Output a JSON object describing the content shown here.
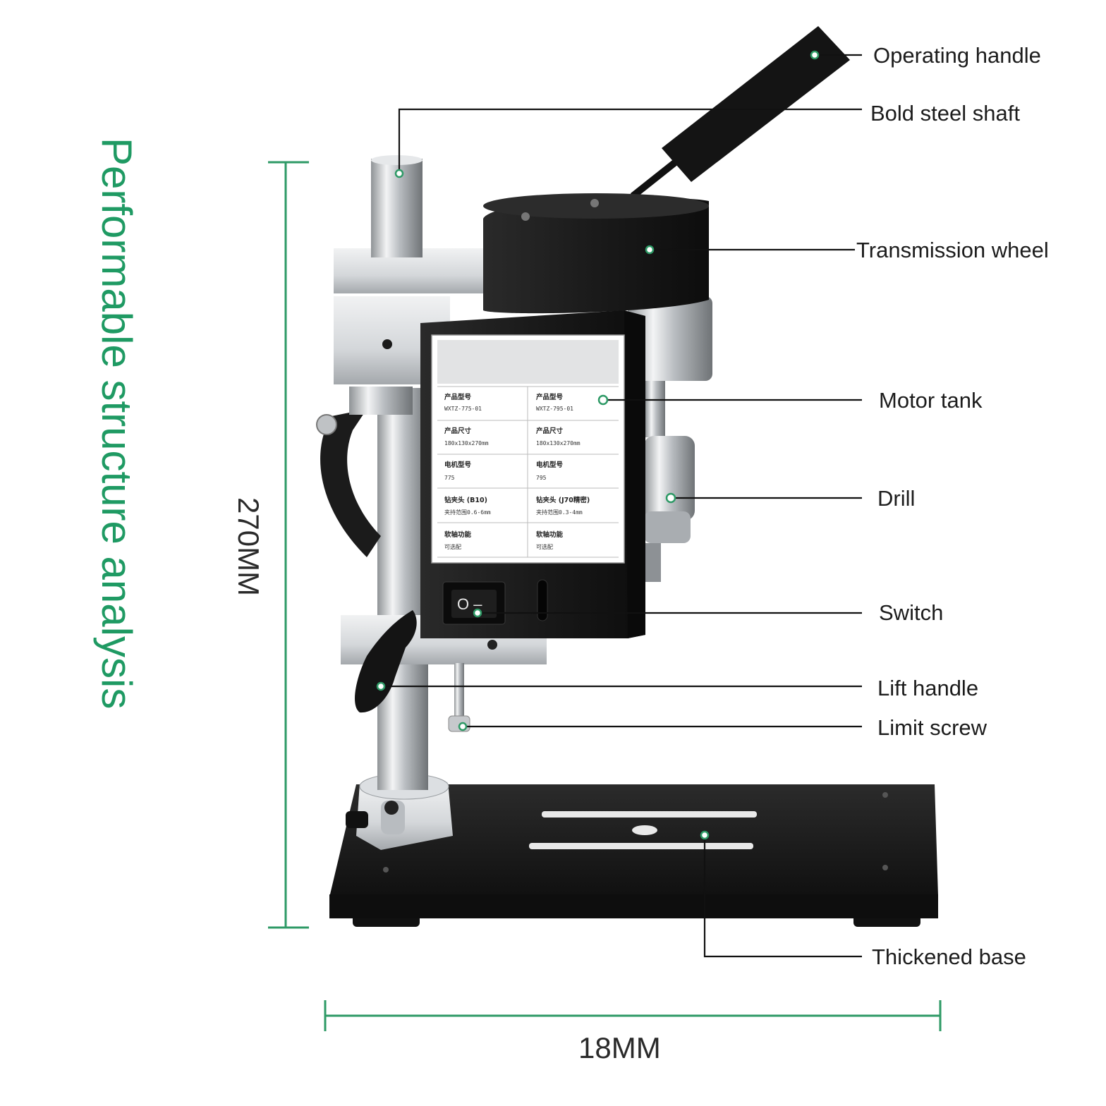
{
  "title": "Performable structure analysis",
  "dimensions": {
    "height": "270MM",
    "width": "18MM"
  },
  "labels": [
    "Operating handle",
    "Bold steel shaft",
    "Transmission wheel",
    "Motor tank",
    "Drill",
    "Switch",
    "Lift handle",
    "Limit screw",
    "Thickened base"
  ],
  "plate": [
    [
      "产品型号",
      "WXTZ-775-01",
      "产品型号",
      "WXTZ-795-01"
    ],
    [
      "产品尺寸",
      "180x130x270mm",
      "产品尺寸",
      "180x130x270mm"
    ],
    [
      "电机型号",
      "775",
      "电机型号",
      "795"
    ],
    [
      "钻夹头 (B10)",
      "夹持范围0.6-6mm",
      "钻夹头 (J70精密)",
      "夹持范围0.3-4mm"
    ],
    [
      "软轴功能",
      "可选配",
      "软轴功能",
      "可选配"
    ]
  ],
  "switch_glyph": "O –",
  "colors": {
    "accent": "#1f9a63",
    "body": "#1b1b1b",
    "metal": "#c9ccd0"
  }
}
